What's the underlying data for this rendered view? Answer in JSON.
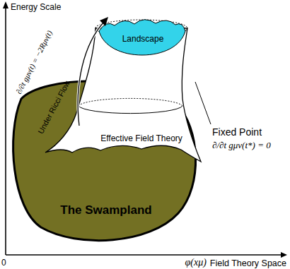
{
  "diagram": {
    "nodes": [
      {
        "text": [
          "Effective Field Theory"
        ]
      },
      {
        "text": [
          "Landscape"
        ],
        "in": 0
      },
      {
        "text": [
          "The Swampland"
        ]
      }
    ],
    "labels": [
      "Energy Scale",
      "∂/∂t gμν(t) = −2Rμν(t)",
      "Under Ricci Flow",
      "Fixed Point",
      "∂/∂t gμν(t*) = 0",
      "0",
      "φ(xμ)",
      "Field Theory Space"
    ]
  }
}
